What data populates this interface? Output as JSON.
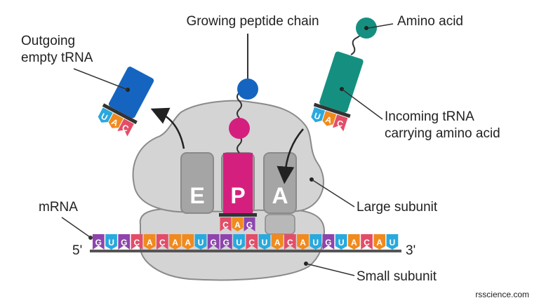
{
  "labels": {
    "growing_peptide": "Growing peptide chain",
    "amino_acid": "Amino acid",
    "outgoing_line1": "Outgoing",
    "outgoing_line2": "empty tRNA",
    "incoming_line1": "Incoming tRNA",
    "incoming_line2": "carrying amino acid",
    "large_subunit": "Large subunit",
    "small_subunit": "Small subunit",
    "mrna": "mRNA",
    "five_prime": "5'",
    "three_prime": "3'",
    "source": "rsscience.com"
  },
  "sites": {
    "e": "E",
    "p": "P",
    "a": "A"
  },
  "mrna_sequence": [
    "G",
    "U",
    "G",
    "C",
    "A",
    "C",
    "A",
    "A",
    "U",
    "G",
    "G",
    "U",
    "C",
    "U",
    "A",
    "C",
    "A",
    "U",
    "G",
    "U",
    "A",
    "C",
    "A",
    "U"
  ],
  "anticodons": {
    "outgoing": [
      "U",
      "A",
      "C"
    ],
    "p_site": [
      "C",
      "A",
      "G"
    ],
    "incoming": [
      "U",
      "A",
      "C"
    ]
  },
  "colors": {
    "ribosome": "#d4d4d4",
    "ribosome_outline": "#8a8a8a",
    "p_site_trna": "#d51f7e",
    "outgoing_trna": "#1565c0",
    "incoming_trna": "#159080",
    "base_G": "#8e44ad",
    "base_U": "#29a9dd",
    "base_C": "#e34d68",
    "base_A": "#f08a1e"
  }
}
